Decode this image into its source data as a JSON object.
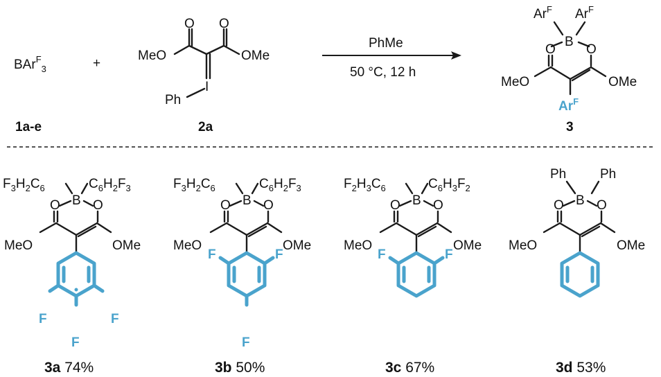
{
  "reaction": {
    "reagent1": {
      "base": "BAr",
      "sup": "F",
      "sub": "3",
      "id": "1a-e"
    },
    "plus": "+",
    "reagent2": {
      "left_group": "MeO",
      "right_group": "OMe",
      "iodine": "I",
      "phenyl": "Ph",
      "id": "2a"
    },
    "conditions": {
      "solvent": "PhMe",
      "temp_time": "50 °C, 12 h"
    },
    "product": {
      "ar_label": "Ar",
      "ar_sup": "F",
      "boron": "B",
      "oxygen": "O",
      "left_group": "MeO",
      "right_group": "OMe",
      "id": "3"
    }
  },
  "products": [
    {
      "id": "3a",
      "yield": "74%",
      "left_aryl": "F3H2C6",
      "right_aryl": "C6H2F3",
      "ring_subs": [
        "F",
        "F",
        "F"
      ]
    },
    {
      "id": "3b",
      "yield": "50%",
      "left_aryl": "F3H2C6",
      "right_aryl": "C6H2F3",
      "ring_subs": [
        "F",
        "F",
        "F"
      ]
    },
    {
      "id": "3c",
      "yield": "67%",
      "left_aryl": "F2H3C6",
      "right_aryl": "C6H3F2",
      "ring_subs": [
        "F",
        "F"
      ]
    },
    {
      "id": "3d",
      "yield": "53%",
      "left_aryl": "Ph",
      "right_aryl": "Ph",
      "ring_subs": []
    }
  ],
  "colors": {
    "highlight": "#4aa3cc",
    "ink": "#111111"
  }
}
